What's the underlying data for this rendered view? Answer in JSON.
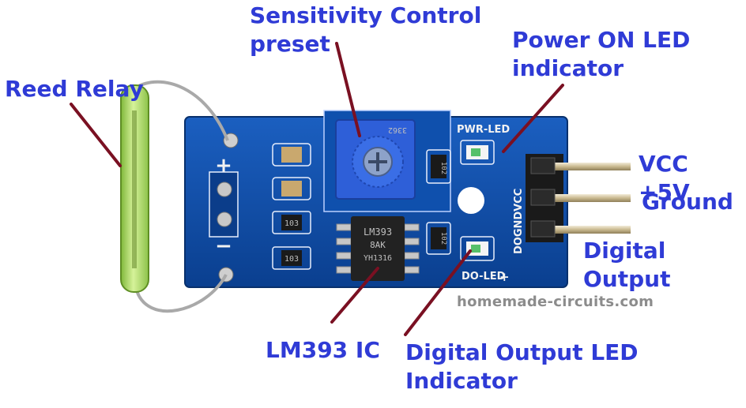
{
  "labels": {
    "sensitivity": "Sensitivity Control\npreset",
    "power_led": "Power ON LED\nindicator",
    "reed_relay": "Reed Relay",
    "vcc": "VCC +5V",
    "ground": "Ground",
    "digital_output": "Digital\nOutput",
    "lm393": "LM393 IC",
    "do_led": "Digital Output LED\nIndicator"
  },
  "watermark": "homemade-circuits.com",
  "board_silk": {
    "pwr_led": "PWR-LED",
    "do_led": "DO-LED",
    "pins": "DOGNDVCC",
    "plus": "+",
    "minus": "−",
    "do_plus": "+"
  },
  "chip_markings": {
    "line1": "LM393",
    "line2": "8AK",
    "line3": "YH1316"
  },
  "part_codes": {
    "r1": "103",
    "r2": "103",
    "r3": "102",
    "r4": "102",
    "pot": "3362"
  },
  "colors": {
    "label_text": "#2f3bd6",
    "pointer_line": "#7a1022",
    "pcb": "#0e4ca6",
    "potentiometer": "#2e5fd8",
    "reed_glass": "#b6e06a"
  }
}
